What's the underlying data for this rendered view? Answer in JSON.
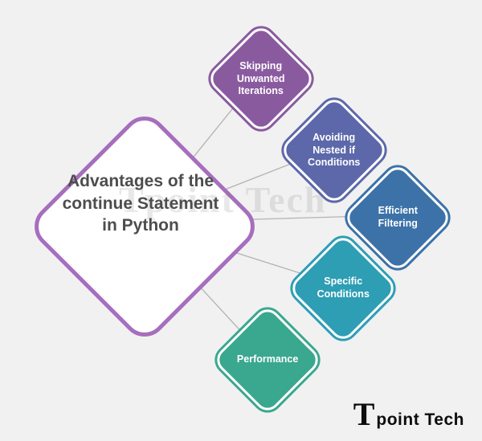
{
  "colors": {
    "background": "#f1f1f1",
    "connector": "#b3b3b3"
  },
  "diagram": {
    "main": {
      "label": "Advantages of the continue Statement in Python",
      "border_color": "#a76ebd",
      "text_color": "#4d4d4d"
    },
    "items": [
      {
        "label": "Skipping Unwanted Iterations",
        "color": "#8a5a9f"
      },
      {
        "label": "Avoiding Nested if Conditions",
        "color": "#5c68aa"
      },
      {
        "label": "Efficient Filtering",
        "color": "#3c72a8"
      },
      {
        "label": "Specific Conditions",
        "color": "#2d9eb4"
      },
      {
        "label": "Performance",
        "color": "#3aa78f"
      }
    ]
  },
  "watermark": "Tpoint Tech",
  "logo": {
    "t": "T",
    "name": "point Tech"
  }
}
